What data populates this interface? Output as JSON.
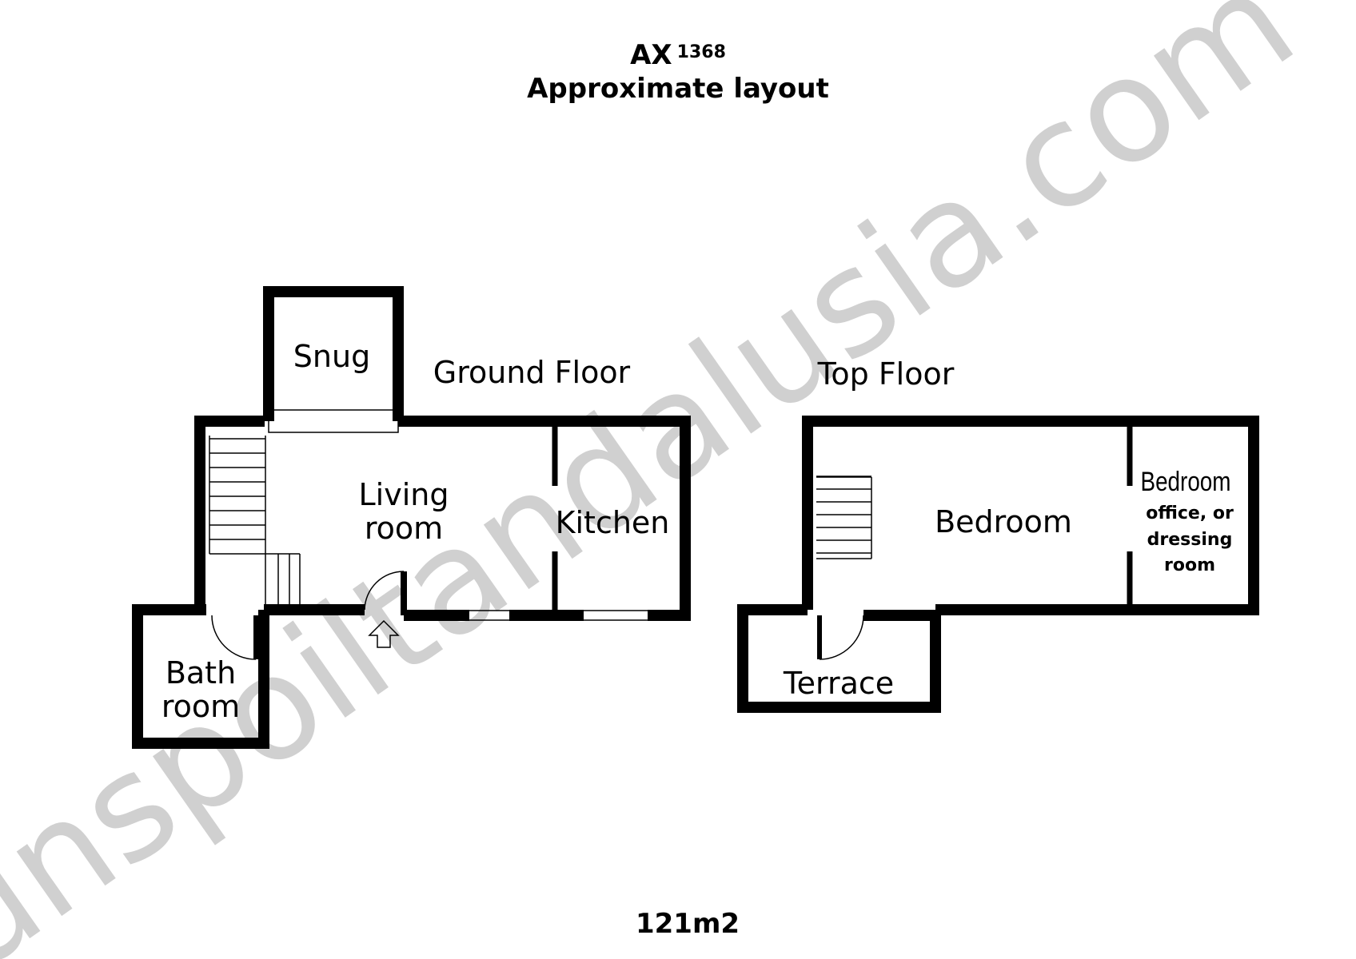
{
  "header": {
    "code_prefix": "AX",
    "code_number": "1368",
    "subtitle": "Approximate layout"
  },
  "footer": {
    "area": "121m2"
  },
  "watermark": {
    "text": "unspoiltandalusia.com",
    "color": "#d0d0d0"
  },
  "ground_floor": {
    "title": "Ground Floor",
    "rooms": {
      "snug": "Snug",
      "living_line1": "Living",
      "living_line2": "room",
      "kitchen": "Kitchen",
      "bath_line1": "Bath",
      "bath_line2": "room"
    }
  },
  "top_floor": {
    "title": "Top Floor",
    "rooms": {
      "bedroom_main": "Bedroom",
      "bedroom2": "Bedroom",
      "bedroom2_line1": "office, or",
      "bedroom2_line2": "dressing",
      "bedroom2_line3": "room",
      "terrace": "Terrace"
    }
  },
  "colors": {
    "wall": "#000000",
    "background": "#ffffff"
  },
  "icons": {
    "entrance": "entrance-arrow-icon"
  }
}
